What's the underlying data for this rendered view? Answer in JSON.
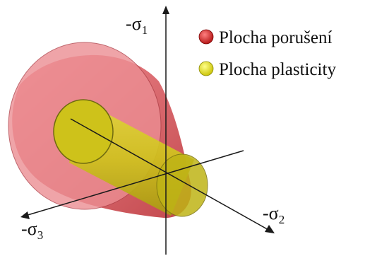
{
  "axes": {
    "sigma1": {
      "prefix": "-σ",
      "subscript": "1"
    },
    "sigma2": {
      "prefix": "-σ",
      "subscript": "2"
    },
    "sigma3": {
      "prefix": "-σ",
      "subscript": "3"
    }
  },
  "legend": [
    {
      "label": "Plocha porušení",
      "color": "#cc1c1c"
    },
    {
      "label": "Plocha plasticity",
      "color": "#e8e01c"
    }
  ],
  "surfaces": {
    "failure_color": "#e85a5f",
    "yield_color": "#d8cd1e"
  }
}
